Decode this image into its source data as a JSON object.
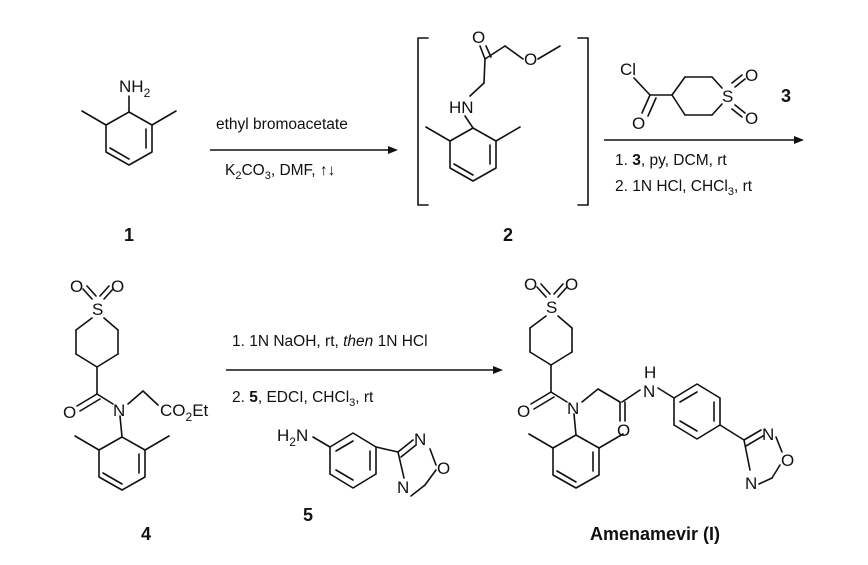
{
  "compounds": {
    "c1": {
      "label": "1",
      "atoms": {
        "nh2": "NH",
        "nh2_sub": "2"
      }
    },
    "c2": {
      "label": "2",
      "atoms": {
        "o_carbonyl": "O",
        "o_ester": "O",
        "hn": "HN"
      }
    },
    "c3": {
      "label": "3",
      "atoms": {
        "cl": "Cl",
        "o": "O",
        "s": "S",
        "o1": "O",
        "o2": "O"
      }
    },
    "c4": {
      "label": "4",
      "atoms": {
        "o1": "O",
        "o2": "O",
        "s": "S",
        "o_amide": "O",
        "n": "N",
        "co2et_a": "CO",
        "co2et_sub": "2",
        "co2et_b": "Et"
      }
    },
    "c5": {
      "label": "5",
      "atoms": {
        "h2n_a": "H",
        "h2n_sub": "2",
        "h2n_b": "N",
        "n1": "N",
        "o": "O",
        "n2": "N"
      }
    },
    "product": {
      "label": "Amenamevir (I)",
      "atoms": {
        "o1": "O",
        "o2": "O",
        "s": "S",
        "o_amide1": "O",
        "n": "N",
        "o_amide2": "O",
        "h": "H",
        "nh": "N",
        "n1": "N",
        "o": "O",
        "n2": "N"
      }
    }
  },
  "step1": {
    "reagent": "ethyl bromoacetate",
    "cond_a": "K",
    "cond_sub1": "2",
    "cond_b": "CO",
    "cond_sub2": "3",
    "cond_c": ", DMF, ↑↓"
  },
  "step2": {
    "line1_a": "1. ",
    "line1_bold": "3",
    "line1_b": ", py, DCM, rt",
    "line2_a": "2. 1N HCl, CHCl",
    "line2_sub": "3",
    "line2_b": ", rt"
  },
  "step3": {
    "line1_a": "1. 1N NaOH, rt, ",
    "line1_it": "then",
    "line1_b": " 1N HCl",
    "line2_a": "2. ",
    "line2_bold": "5",
    "line2_b": ", EDCI, CHCl",
    "line2_sub": "3",
    "line2_c": ", rt"
  }
}
